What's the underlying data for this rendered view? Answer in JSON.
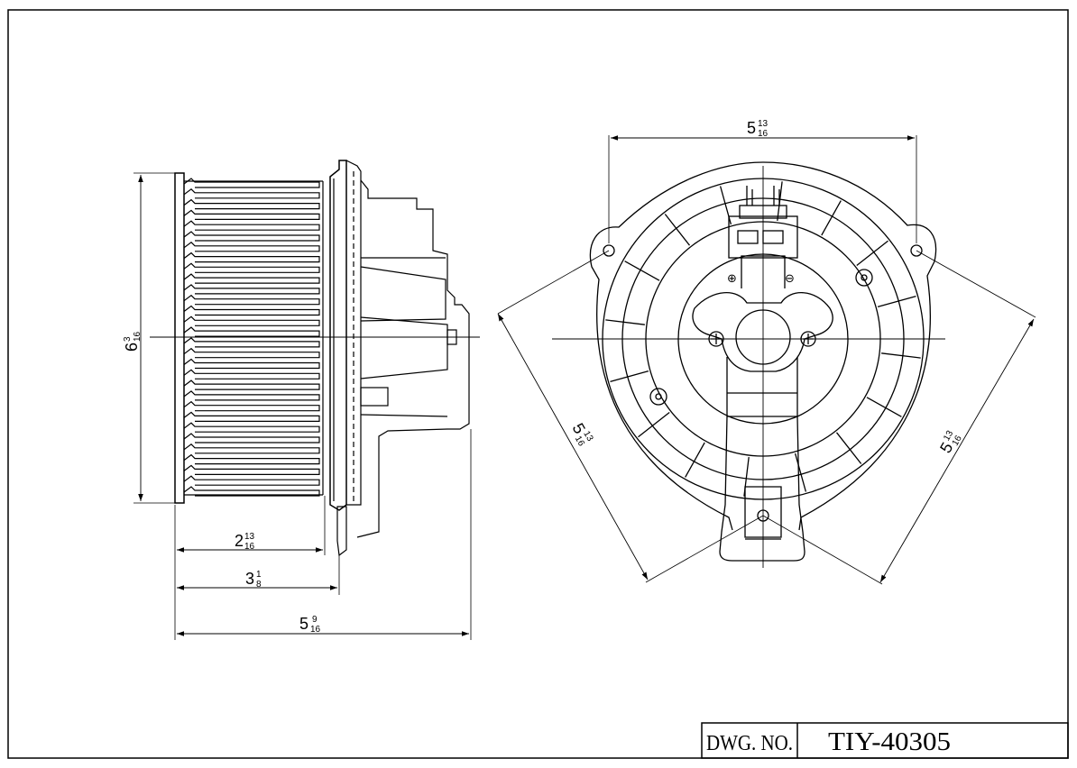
{
  "dimensions": {
    "height": {
      "whole": "6",
      "num": "3",
      "den": "16"
    },
    "depth_blower": {
      "whole": "2",
      "num": "13",
      "den": "16"
    },
    "depth_flange": {
      "whole": "3",
      "num": "1",
      "den": "8"
    },
    "depth_overall": {
      "whole": "5",
      "num": "9",
      "den": "16"
    },
    "width_mount": {
      "whole": "5",
      "num": "13",
      "den": "16"
    },
    "diag_left": {
      "whole": "5",
      "num": "13",
      "den": "16"
    },
    "diag_right": {
      "whole": "5",
      "num": "13",
      "den": "16"
    }
  },
  "terminals": {
    "positive": "⊕",
    "negative": "⊖"
  },
  "title_block": {
    "label": "DWG. NO.",
    "number": "TIY-40305"
  },
  "colors": {
    "line": "#000000",
    "paper": "#ffffff"
  }
}
